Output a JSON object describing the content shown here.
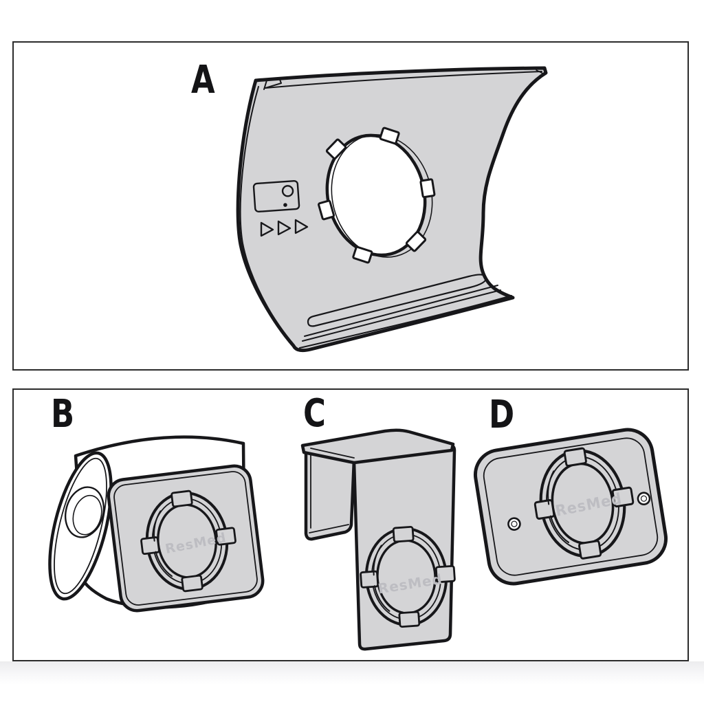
{
  "colors": {
    "background": "#ffffff",
    "part_fill": "#d4d4d6",
    "outline": "#17171a",
    "emboss": "#bdbdc2",
    "panel_border": "#2b2b2b"
  },
  "panels": {
    "top": {
      "parts": [
        {
          "label": "A",
          "name": "curved-front-cover-with-bayonet-hole"
        }
      ]
    },
    "bottom": {
      "parts": [
        {
          "label": "B",
          "name": "tube-cylinder-clip-with-bayonet-mount"
        },
        {
          "label": "C",
          "name": "over-rail-hook-bracket-with-bayonet-mount"
        },
        {
          "label": "D",
          "name": "flat-mounting-plate-with-screw-holes"
        }
      ]
    }
  },
  "brand_emboss": "ResMed"
}
